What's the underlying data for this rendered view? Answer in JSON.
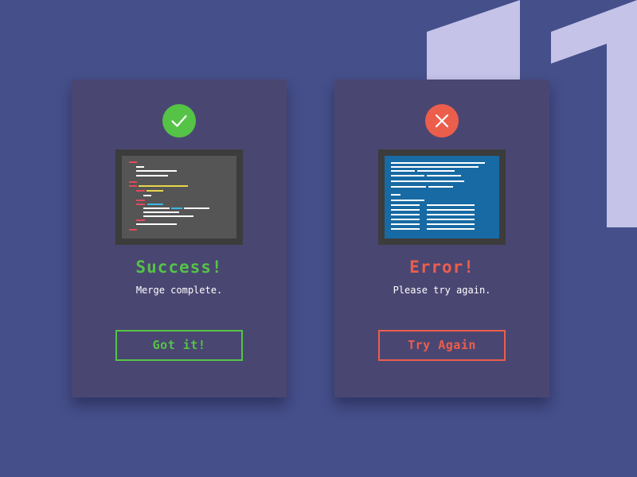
{
  "colors": {
    "background": "#454f8a",
    "decor": "#c5c3e8",
    "card": "#4a4672",
    "success": "#55c346",
    "error": "#ec5e4c",
    "monitor_frame": "#3c3c3c",
    "code_screen": "#555555",
    "blue_screen": "#176aa3",
    "white": "#ffffff"
  },
  "decoration": {
    "text": "11",
    "color": "#c5c3e8"
  },
  "success_card": {
    "icon": "checkmark-icon",
    "screen": "code-editor",
    "title": "Success!",
    "message": "Merge complete.",
    "button_label": "Got it!"
  },
  "error_card": {
    "icon": "close-x-icon",
    "screen": "blue-error-screen",
    "title": "Error!",
    "message": "Please try again.",
    "button_label": "Try Again"
  }
}
